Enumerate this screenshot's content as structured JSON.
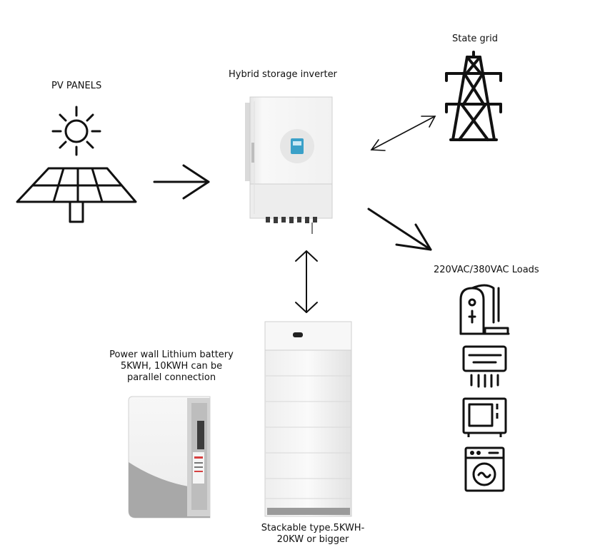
{
  "labels": {
    "pv_panels": "PV PANELS",
    "inverter": "Hybrid  storage inverter",
    "grid": "State grid",
    "loads": "220VAC/380VAC Loads",
    "powerwall_line1": "Power wall Lithium battery",
    "powerwall_line2": "5KWH, 10KWH can be",
    "powerwall_line3": "parallel connection",
    "stackable_line1": "Stackable type.5KWH-",
    "stackable_line2": "20KW or bigger"
  },
  "colors": {
    "line": "#111111",
    "device_body": "#f4f4f4",
    "device_edge": "#cfcfcf",
    "device_gray": "#8d8d8d",
    "screen_blue": "#3aa0c8"
  },
  "icons": [
    "sun-icon",
    "solar-panel-icon",
    "power-tower-icon",
    "vacuum-icon",
    "air-conditioner-icon",
    "microwave-icon",
    "washing-machine-icon"
  ]
}
